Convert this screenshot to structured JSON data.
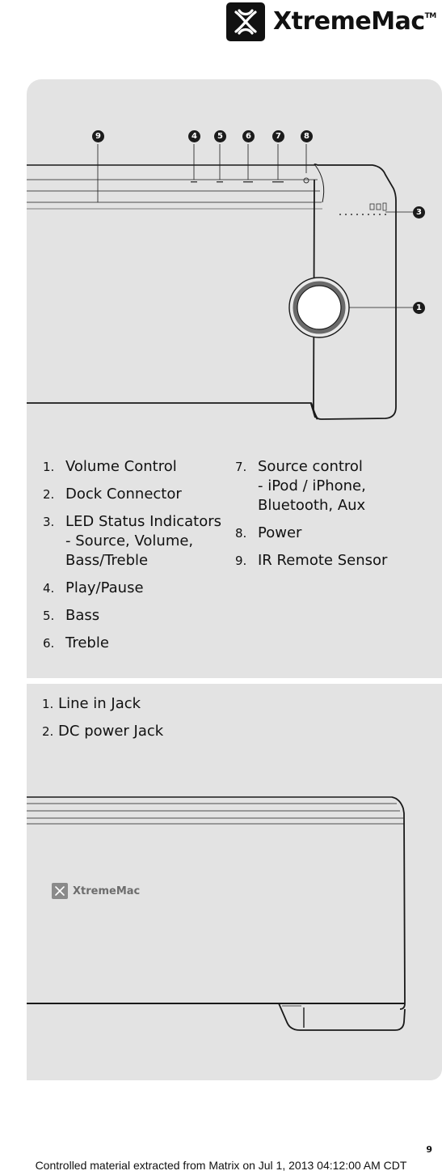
{
  "brand": {
    "name": "XtremeMac",
    "tm": "TM"
  },
  "front_view": {
    "callouts": [
      "9",
      "4",
      "5",
      "6",
      "7",
      "8",
      "3",
      "1"
    ],
    "legend_left": [
      {
        "num": "1.",
        "text": "Volume Control"
      },
      {
        "num": "2.",
        "text": "Dock Connector"
      },
      {
        "num": "3.",
        "text": "LED Status Indicators - Source, Volume, Bass/Treble"
      },
      {
        "num": "4.",
        "text": "Play/Pause"
      },
      {
        "num": "5.",
        "text": "Bass"
      },
      {
        "num": "6.",
        "text": "Treble"
      }
    ],
    "legend_right": [
      {
        "num": "7.",
        "text": "Source control",
        "sub": "- iPod / iPhone, Bluetooth, Aux"
      },
      {
        "num": "8.",
        "text": "Power"
      },
      {
        "num": "9.",
        "text": "IR Remote Sensor"
      }
    ]
  },
  "rear_view": {
    "items": [
      {
        "num": "1.",
        "text": "Line in Jack"
      },
      {
        "num": "2.",
        "text": "DC power Jack"
      }
    ],
    "device_logo": "XtremeMac"
  },
  "page_number": "9",
  "footer": "Controlled material extracted from Matrix on Jul 1, 2013 04:12:00 AM CDT"
}
